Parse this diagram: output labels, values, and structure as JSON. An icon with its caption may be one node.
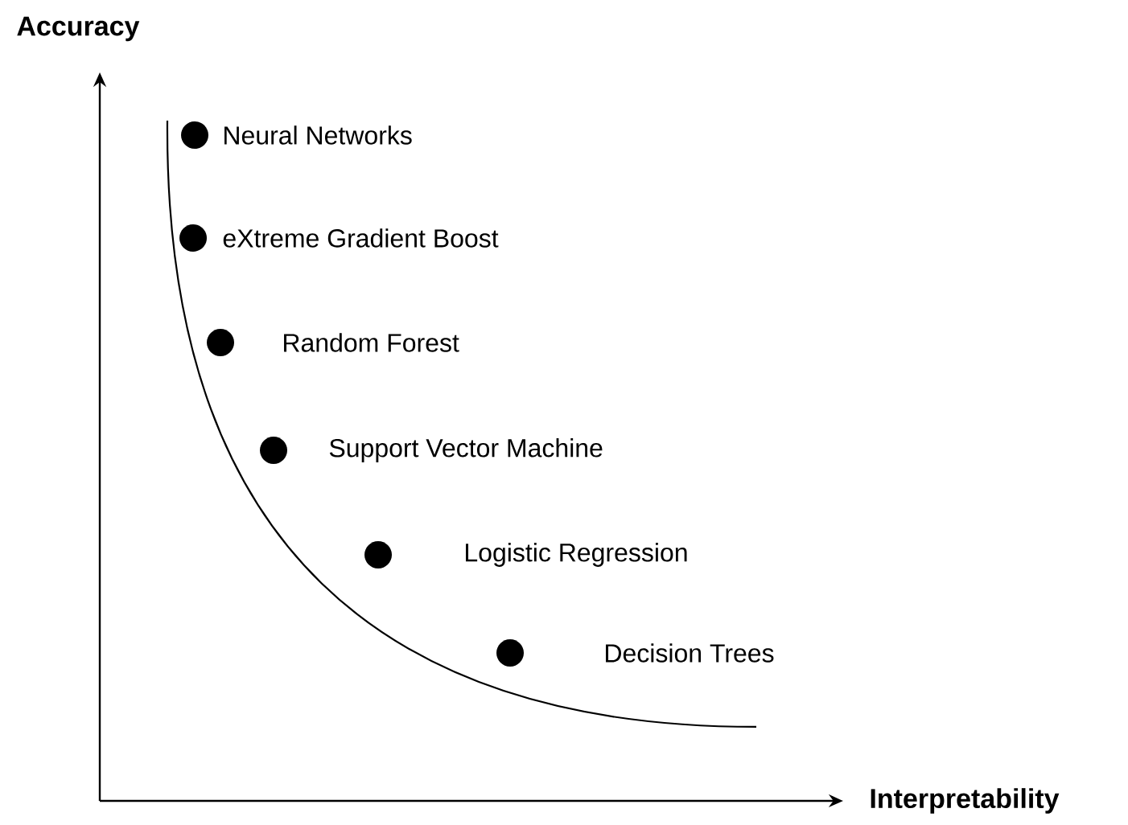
{
  "diagram": {
    "labels": [
      "Accuracy",
      "Neural Networks",
      "eXtreme Gradient Boost",
      "Random Forest",
      "Support Vector Machine",
      "Logistic Regression",
      "Decision Trees",
      "Interpretability"
    ]
  }
}
